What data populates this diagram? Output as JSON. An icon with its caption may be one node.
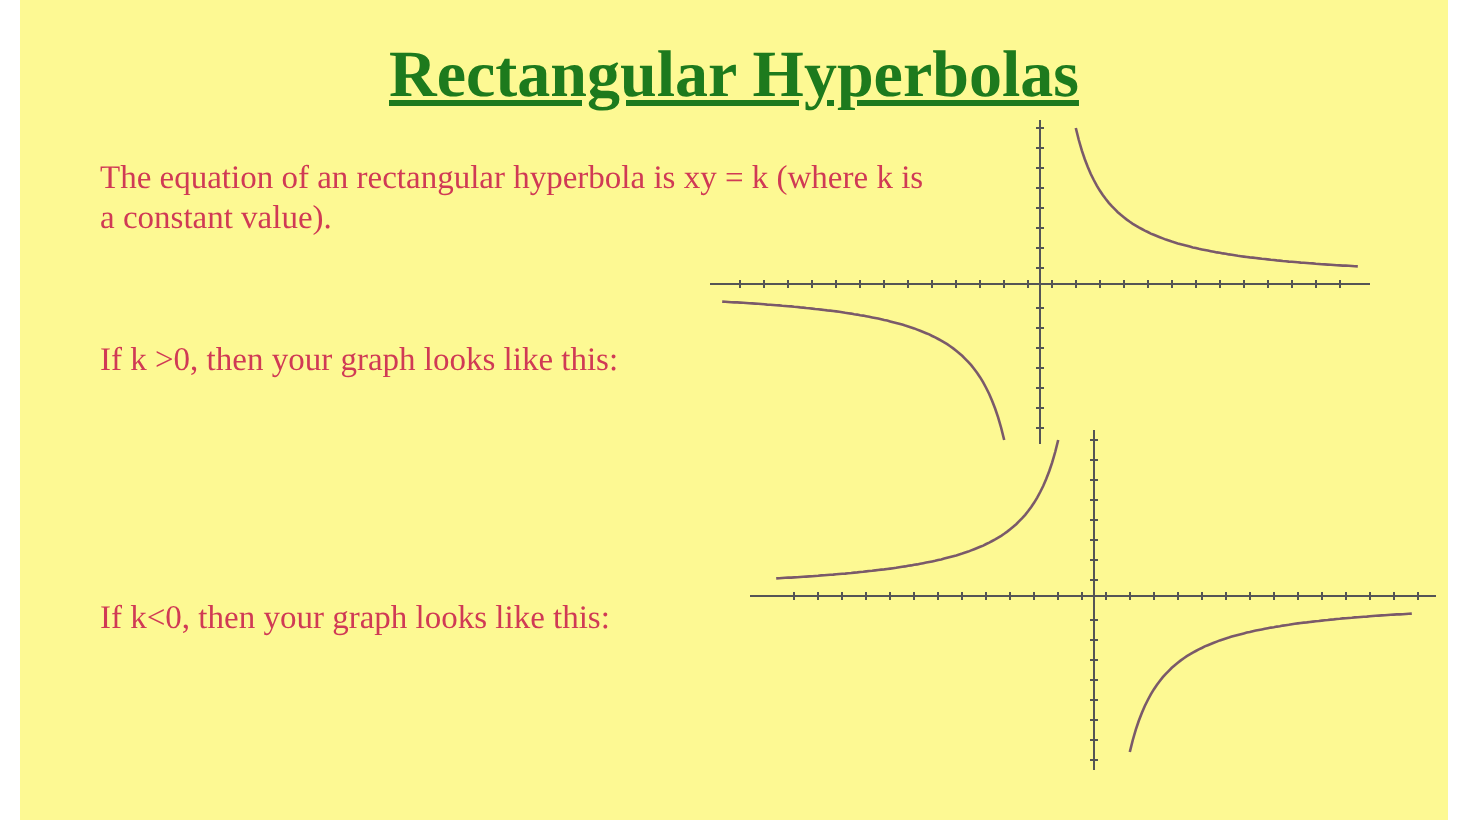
{
  "diagram": {
    "title": "Rectangular Hyperbolas",
    "labels": [
      "The equation of an rectangular hyperbola is xy = k (where k is a constant value).",
      "If k >0, then your graph looks like this:",
      "If k<0, then your graph looks like this:"
    ]
  }
}
